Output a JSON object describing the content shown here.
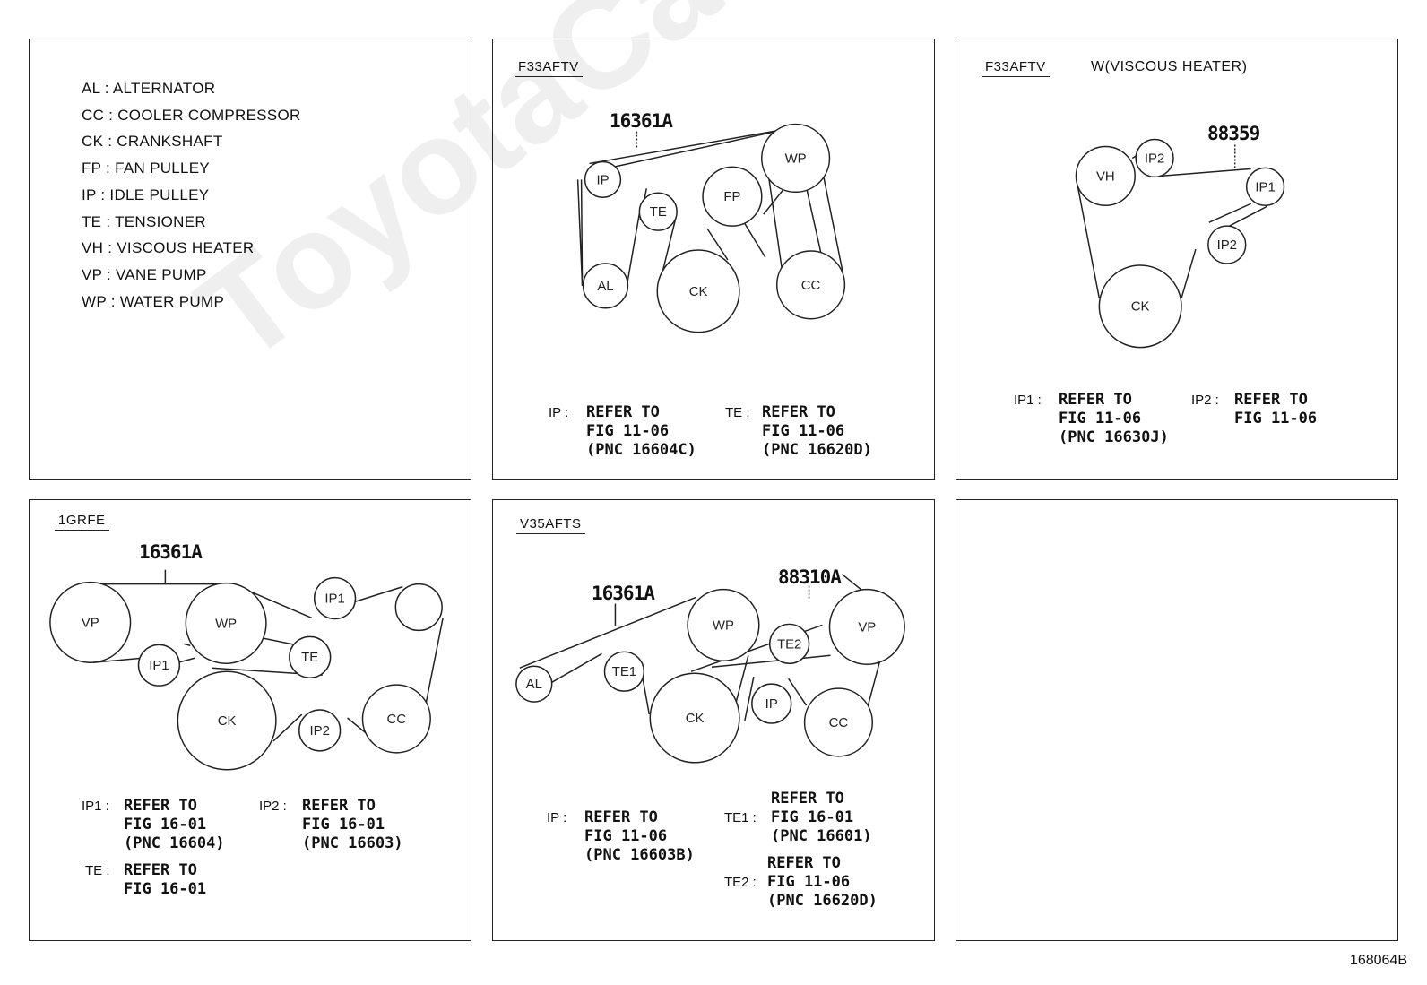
{
  "legend": {
    "items": [
      "AL : ALTERNATOR",
      "CC : COOLER COMPRESSOR",
      "CK : CRANKSHAFT",
      "FP : FAN PULLEY",
      "IP : IDLE PULLEY",
      "TE : TENSIONER",
      "VH : VISCOUS HEATER",
      "VP : VANE PUMP",
      "WP : WATER PUMP"
    ]
  },
  "panel2": {
    "model": "F33AFTV",
    "part": "16361A",
    "pulleys": {
      "ip": "IP",
      "te": "TE",
      "fp": "FP",
      "wp": "WP",
      "al": "AL",
      "ck": "CK",
      "cc": "CC"
    },
    "notes": [
      {
        "key": "IP :",
        "line1": "REFER TO",
        "line2": "FIG 11-06",
        "line3": "(PNC 16604C)"
      },
      {
        "key": "TE :",
        "line1": "REFER TO",
        "line2": "FIG 11-06",
        "line3": "(PNC 16620D)"
      }
    ]
  },
  "panel3": {
    "model": "F33AFTV",
    "subtitle": "W(VISCOUS HEATER)",
    "part": "88359",
    "pulleys": {
      "vh": "VH",
      "ip2a": "IP2",
      "ip1": "IP1",
      "ip2b": "IP2",
      "ck": "CK"
    },
    "notes": [
      {
        "key": "IP1 :",
        "line1": "REFER TO",
        "line2": "FIG 11-06",
        "line3": "(PNC 16630J)"
      },
      {
        "key": "IP2 :",
        "line1": "REFER TO",
        "line2": "FIG 11-06",
        "line3": ""
      }
    ]
  },
  "panel4": {
    "model": "1GRFE",
    "part": "16361A",
    "pulleys": {
      "vp": "VP",
      "wp": "WP",
      "ip1top": "IP1",
      "ip1": "IP1",
      "te": "TE",
      "ck": "CK",
      "ip2": "IP2",
      "cc": "CC"
    },
    "notes": [
      {
        "key": "IP1 :",
        "line1": "REFER TO",
        "line2": "FIG 16-01",
        "line3": "(PNC 16604)"
      },
      {
        "key": "IP2 :",
        "line1": "REFER TO",
        "line2": "FIG 16-01",
        "line3": "(PNC 16603)"
      },
      {
        "key": "TE :",
        "line1": "REFER TO",
        "line2": "FIG 16-01",
        "line3": ""
      }
    ]
  },
  "panel5": {
    "model": "V35AFTS",
    "part1": "16361A",
    "part2": "88310A",
    "pulleys": {
      "al": "AL",
      "te1": "TE1",
      "wp": "WP",
      "te2": "TE2",
      "vp": "VP",
      "ck": "CK",
      "ip": "IP",
      "cc": "CC"
    },
    "notes": [
      {
        "key": "IP :",
        "line1": "REFER TO",
        "line2": "FIG 11-06",
        "line3": "(PNC 16603B)"
      },
      {
        "key": "TE1 :",
        "line1": "REFER TO",
        "line2": "FIG 16-01",
        "line3": "(PNC 16601)"
      },
      {
        "key": "TE2 :",
        "line1": "REFER TO",
        "line2": "FIG 11-06",
        "line3": "(PNC 16620D)"
      }
    ]
  },
  "watermark": "ToyotaCarMine.ru",
  "figure_ref": "168064B"
}
